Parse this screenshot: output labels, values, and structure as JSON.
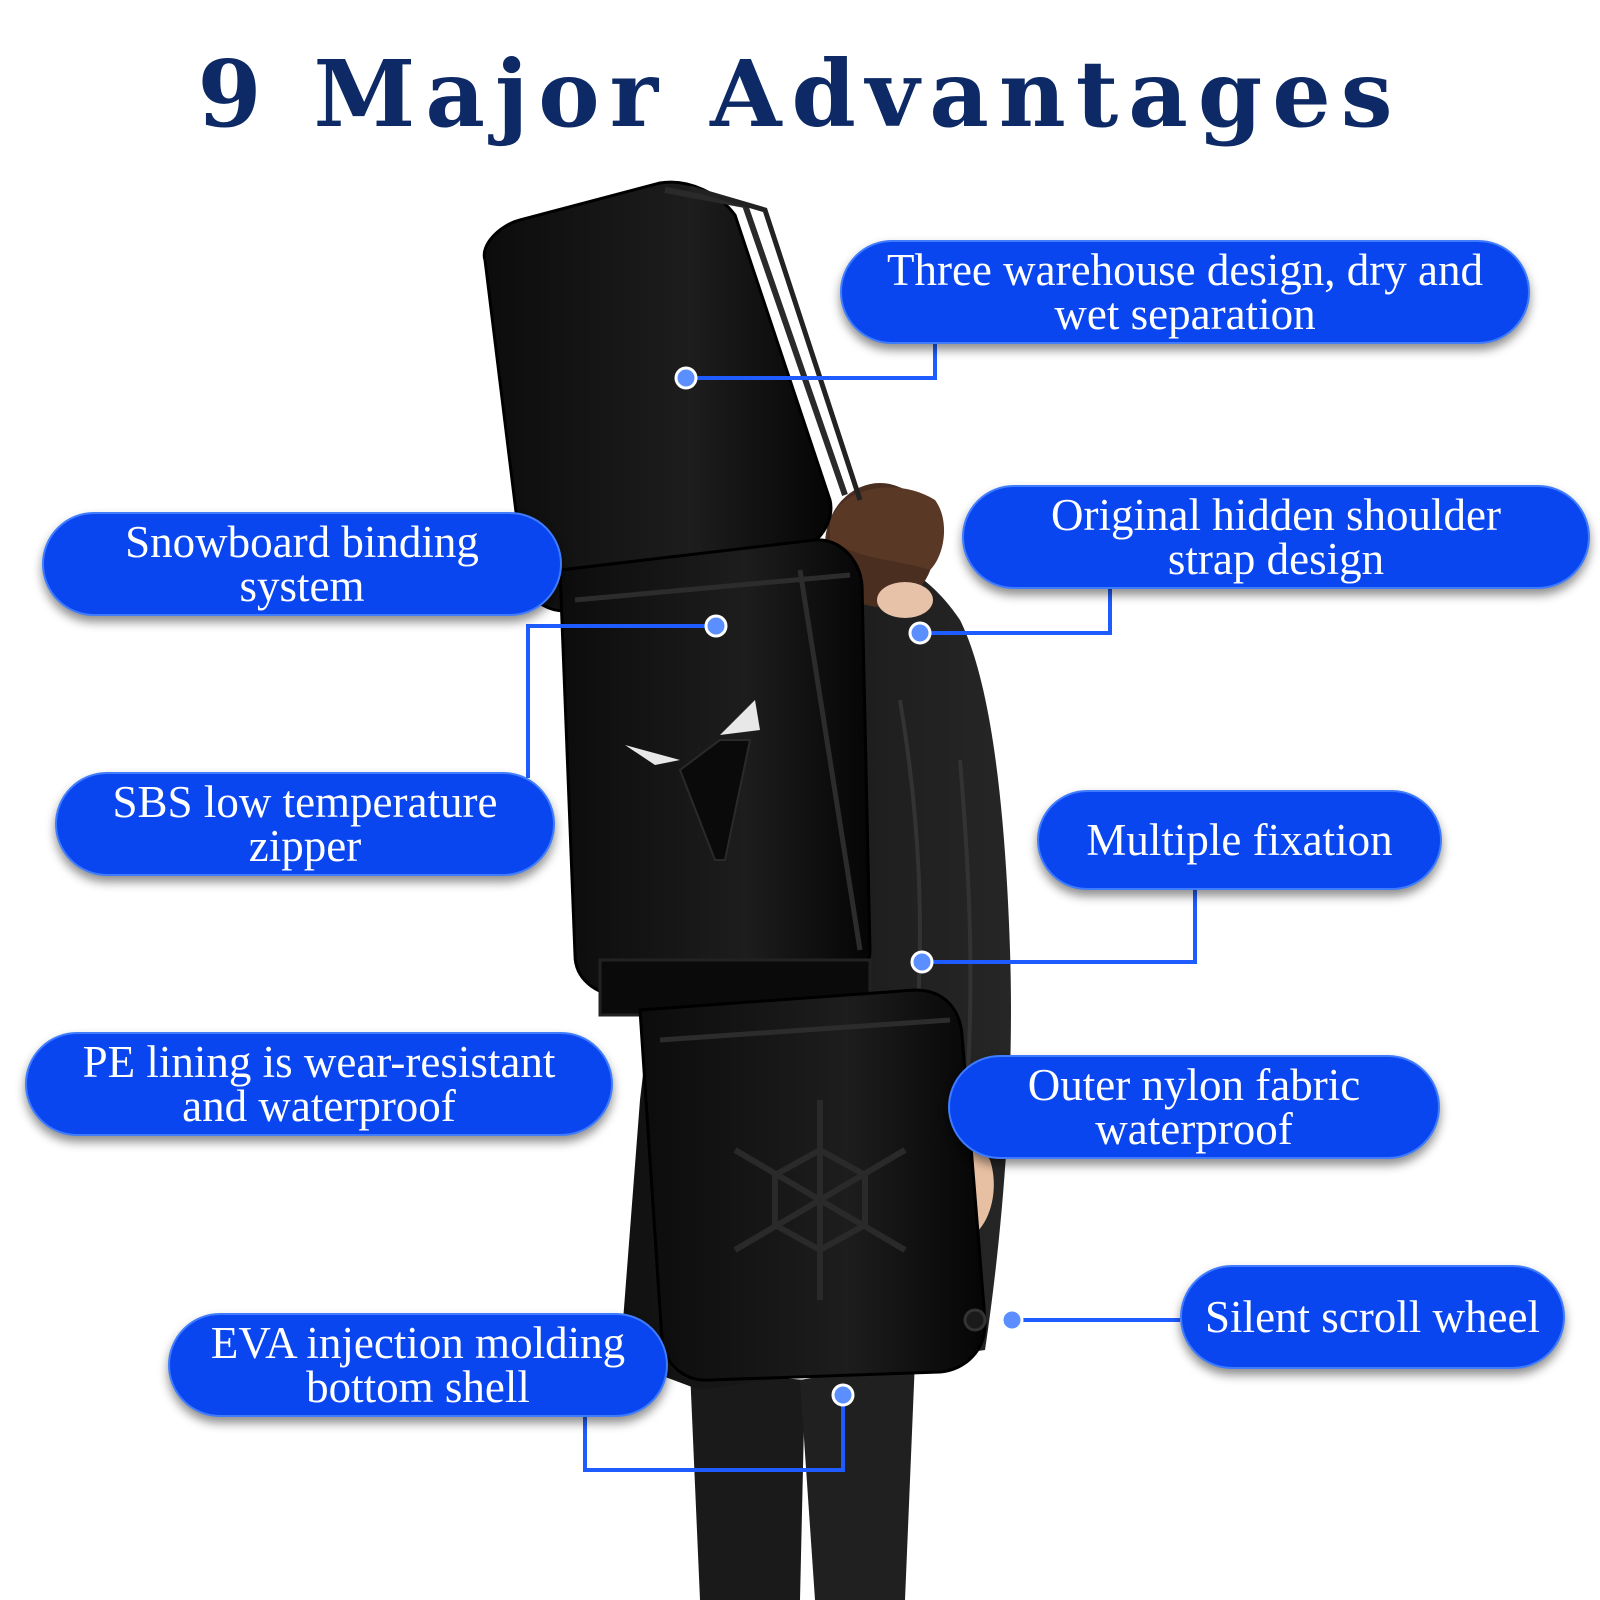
{
  "title": "9 Major Advantages",
  "colors": {
    "pill": "#0a46f0",
    "title": "#0d2a66",
    "connector": "#1f5cff",
    "dot": "#5b8fff"
  },
  "features": [
    {
      "id": "three-warehouse",
      "label": "Three warehouse design, dry and wet separation"
    },
    {
      "id": "snowboard-binding",
      "label": "Snowboard binding system"
    },
    {
      "id": "hidden-shoulder-strap",
      "label": "Original hidden shoulder strap design"
    },
    {
      "id": "sbs-zipper",
      "label": "SBS low temperature zipper"
    },
    {
      "id": "multiple-fixation",
      "label": "Multiple fixation"
    },
    {
      "id": "pe-lining",
      "label": "PE lining is wear-resistant and waterproof"
    },
    {
      "id": "nylon-fabric",
      "label": "Outer nylon fabric waterproof"
    },
    {
      "id": "scroll-wheel",
      "label": "Silent scroll wheel"
    },
    {
      "id": "eva-shell",
      "label": "EVA injection molding bottom shell"
    }
  ]
}
